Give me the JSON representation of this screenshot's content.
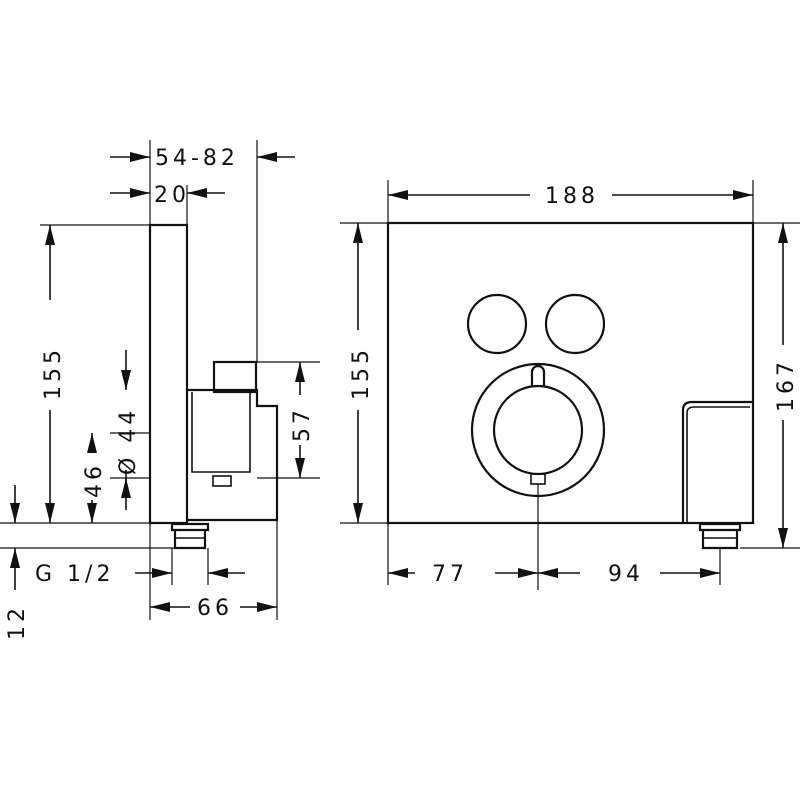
{
  "drawing": {
    "dimensions": {
      "side_depth_range": "54-82",
      "side_plate_depth": "20",
      "side_height": "155",
      "pipe_diameter": "Ø 44",
      "pipe_offset": "46",
      "side_box_height": "57",
      "bottom_offset": "12",
      "thread": "G 1/2",
      "body_depth": "66",
      "front_width": "188",
      "front_height": "155",
      "front_total_height": "167",
      "left_to_center": "77",
      "center_to_outlet": "94"
    }
  }
}
